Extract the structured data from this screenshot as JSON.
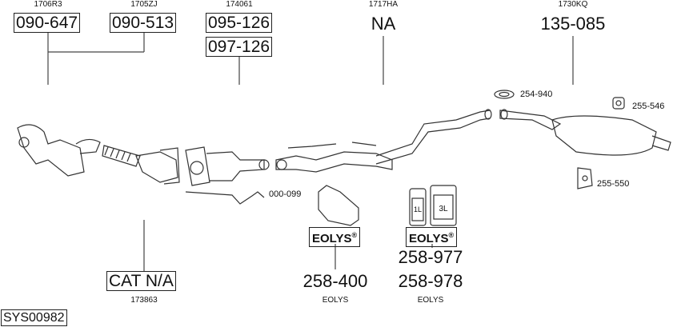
{
  "groups": [
    {
      "ref": "1706R3",
      "parts": [
        "090-647"
      ]
    },
    {
      "ref": "1705ZJ",
      "parts": [
        "090-513"
      ]
    },
    {
      "ref": "174061",
      "parts": [
        "095-126",
        "097-126"
      ]
    },
    {
      "ref": "1717HA",
      "parts": [
        "NA"
      ]
    },
    {
      "ref": "1730KQ",
      "parts": [
        "135-085"
      ]
    }
  ],
  "small_parts": [
    "254-940",
    "255-546",
    "255-550",
    "000-099"
  ],
  "eolys_left": {
    "brand": "EOLYS",
    "reg": "®",
    "parts": [
      "258-400"
    ],
    "caption": "EOLYS"
  },
  "eolys_right": {
    "brand": "EOLYS",
    "reg": "®",
    "parts": [
      "258-977",
      "258-978"
    ],
    "caption": "EOLYS",
    "bottle_labels": [
      "1L",
      "3L"
    ]
  },
  "cat": {
    "label": "CAT N/A",
    "ref": "173863"
  },
  "system_id": "SYS00982"
}
